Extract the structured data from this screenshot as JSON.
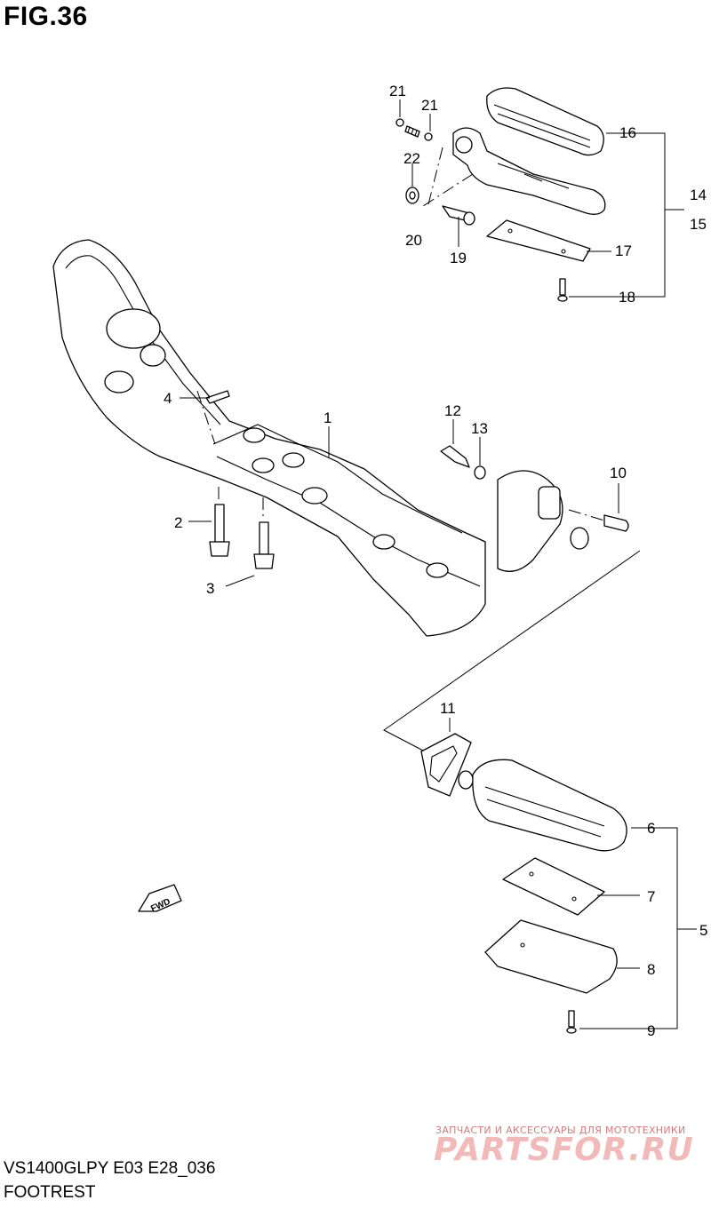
{
  "figure": {
    "title": "FIG.36",
    "model": "VS1400GLPY E03 E28_036",
    "name": "FOOTREST"
  },
  "callouts": {
    "c1": "1",
    "c2": "2",
    "c3": "3",
    "c4": "4",
    "c5": "5",
    "c6": "6",
    "c7": "7",
    "c8": "8",
    "c9": "9",
    "c10": "10",
    "c11": "11",
    "c12": "12",
    "c13": "13",
    "c14": "14",
    "c15": "15",
    "c16": "16",
    "c17": "17",
    "c18": "18",
    "c19": "19",
    "c20": "20",
    "c21a": "21",
    "c21b": "21",
    "c22": "22"
  },
  "direction_badge": "FWD",
  "watermark": {
    "tagline": "ЗАПЧАСТИ И АКСЕССУАРЫ ДЛЯ МОТОТЕХНИКИ",
    "brand": "PARTSFOR.RU"
  }
}
